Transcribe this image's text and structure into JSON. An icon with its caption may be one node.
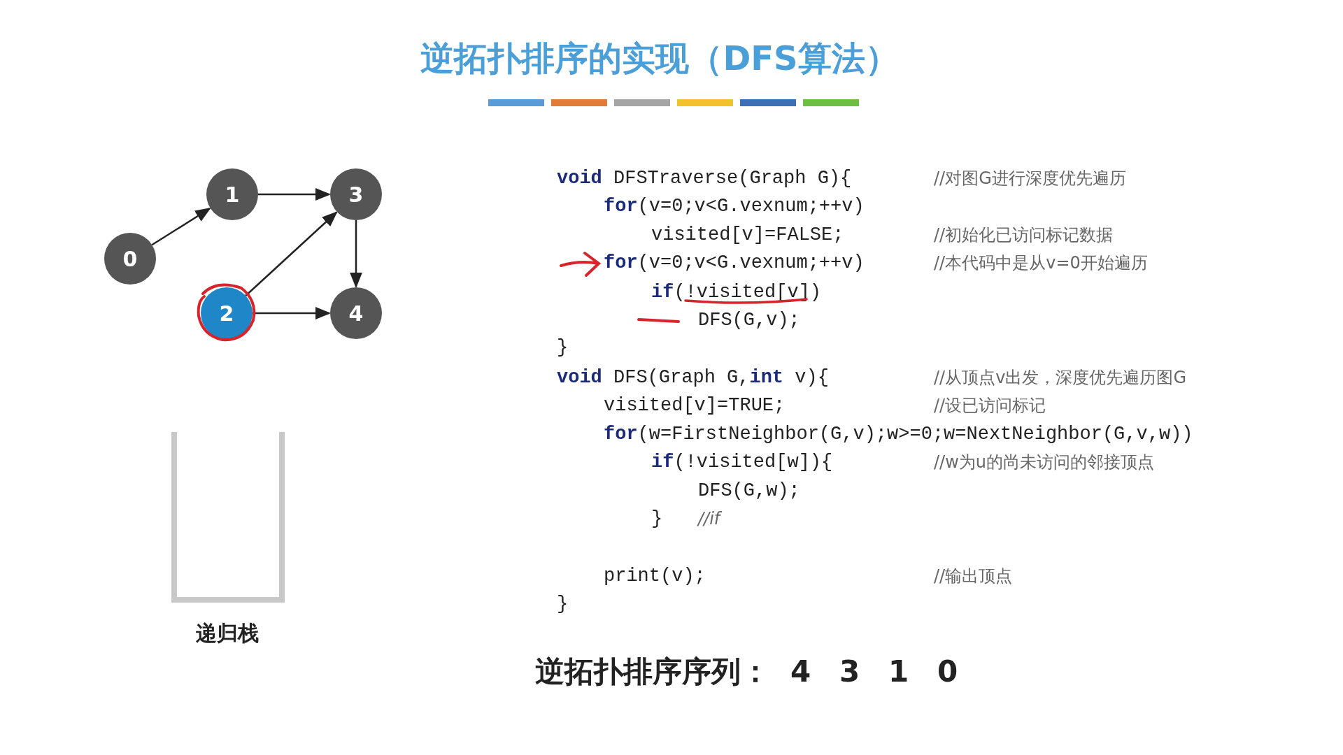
{
  "diagram": {
    "title": "逆拓扑排序的实现（DFS算法）",
    "nodes": [
      {
        "text": [
          "0"
        ]
      },
      {
        "text": [
          "1"
        ]
      },
      {
        "text": [
          "2"
        ]
      },
      {
        "text": [
          "3"
        ]
      },
      {
        "text": [
          "4"
        ]
      },
      {
        "text": [
          "递归栈"
        ]
      }
    ],
    "edges": [
      {
        "from": 0,
        "to": 1,
        "arrow": "to"
      },
      {
        "from": 1,
        "to": 3,
        "arrow": "to"
      },
      {
        "from": 2,
        "to": 3,
        "arrow": "to"
      },
      {
        "from": 2,
        "to": 4,
        "arrow": "to"
      },
      {
        "from": 3,
        "to": 4,
        "arrow": "to"
      }
    ],
    "labels": [
      "**void** DFSTraverse(Graph G){",
      "//对图G进行深度优先遍历",
      "**for**(v=0;v<G.vexnum;++v)",
      "visited[v]=FALSE;",
      "//初始化已访问标记数据",
      "**for**(v=0;v<G.vexnum;++v)",
      "//本代码中是从v=0开始遍历",
      "**if**(!visited[v])",
      "DFS(G,v);",
      "}",
      "**void** DFS(Graph G,**int** v){",
      "//从顶点v出发，深度优先遍历图G",
      "visited[v]=TRUE;",
      "//设已访问标记",
      "**for**(w=FirstNeighbor(G,v);w>=0;w=NextNeighbor(G,v,w))",
      "**if**(!visited[w]){",
      "//w为u的尚未访问的邻接顶点",
      "DFS(G,w);",
      "}",
      "//if",
      "print(v);",
      "//输出顶点",
      "}",
      "逆拓扑排序序列：",
      "4",
      "3",
      "1",
      "0"
    ]
  }
}
